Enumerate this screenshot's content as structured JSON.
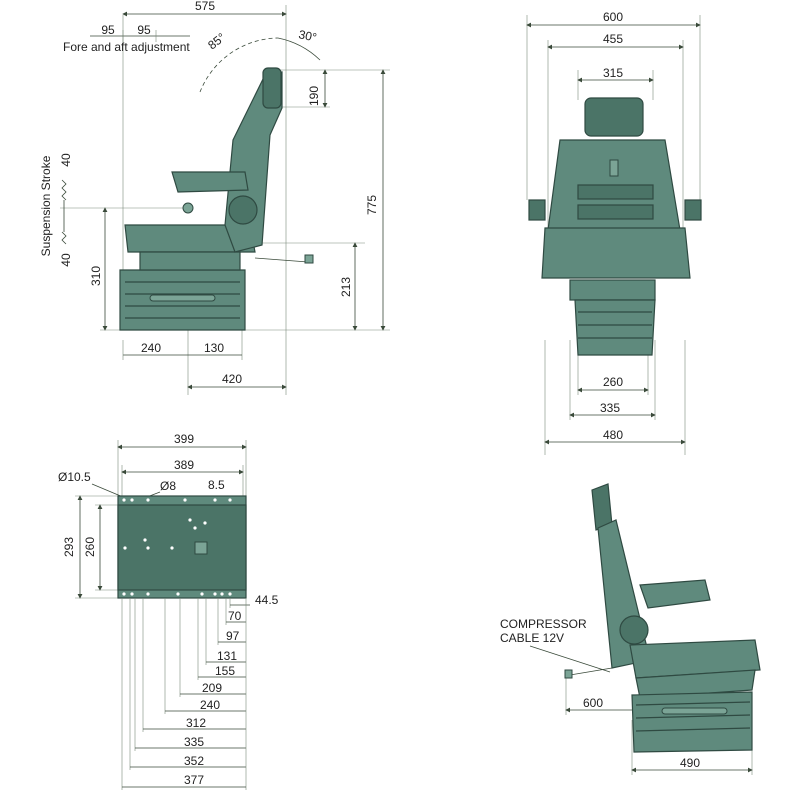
{
  "side_view": {
    "dims": {
      "total_width": "575",
      "fore_aft_a": "95",
      "fore_aft_b": "95",
      "fore_aft_label": "Fore and aft adjustment",
      "angle_85": "85°",
      "angle_30": "30°",
      "headrest_190": "190",
      "height_775": "775",
      "suspension_label": "Suspension Stroke",
      "stroke_up": "40",
      "stroke_down": "40",
      "seat_height_310": "310",
      "height_213": "213",
      "base_240": "240",
      "base_130": "130",
      "base_420": "420"
    }
  },
  "front_view": {
    "dims": {
      "w600": "600",
      "w455": "455",
      "w315": "315",
      "w260": "260",
      "w335": "335",
      "w480": "480"
    }
  },
  "base_plate": {
    "dims": {
      "w399": "399",
      "w389": "389",
      "hole_10_5": "Ø10.5",
      "hole_8": "Ø8",
      "d8_5": "8.5",
      "h293": "293",
      "h260": "260",
      "d44_5": "44.5",
      "d70": "70",
      "d97": "97",
      "d131": "131",
      "d155": "155",
      "d209": "209",
      "d240": "240",
      "d312": "312",
      "d335": "335",
      "d352": "352",
      "d377": "377"
    }
  },
  "iso_view": {
    "compressor_line1": "COMPRESSOR",
    "compressor_line2": "CABLE 12V",
    "d600": "600",
    "d490": "490"
  },
  "colors": {
    "seat": "#5f8a7d",
    "seat_dark": "#4b7467",
    "outline": "#2f4a42"
  }
}
